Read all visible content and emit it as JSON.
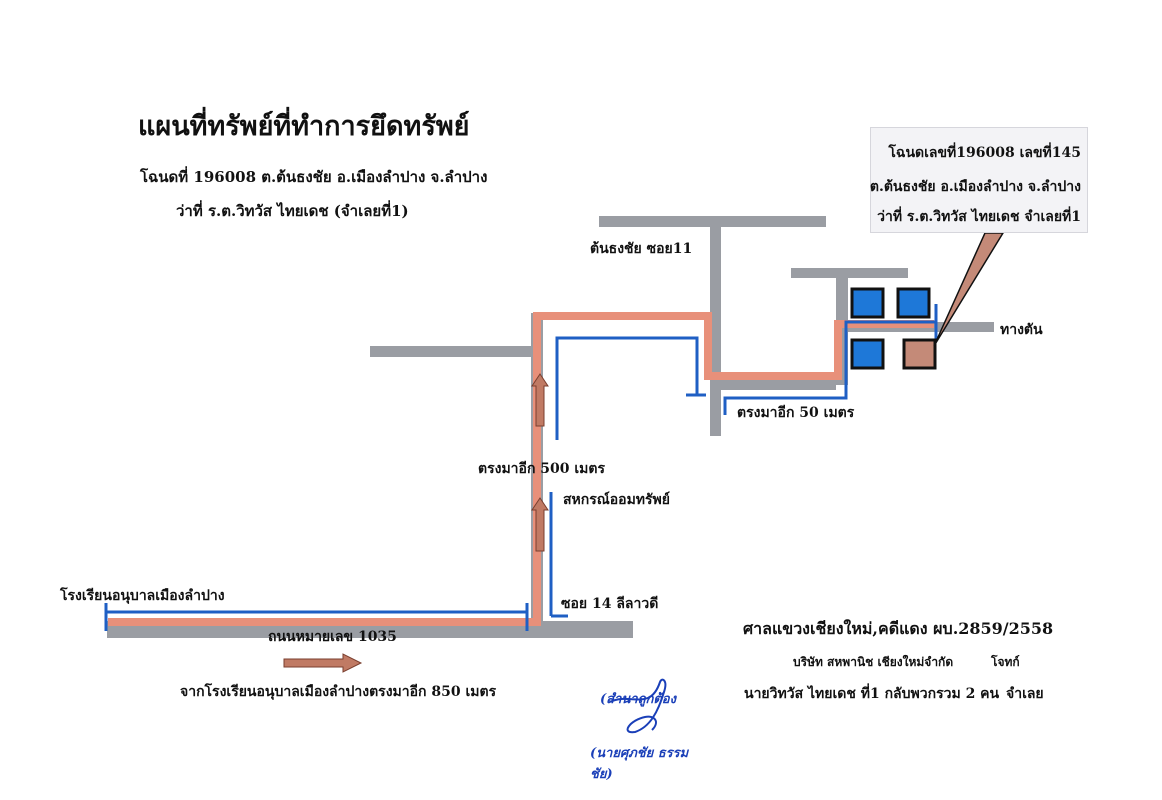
{
  "title": "แผนที่ทรัพย์ที่ทำการยึดทรัพย์",
  "subtitle_line1": "โฉนดที่ 196008 ต.ต้นธงชัย อ.เมืองลำปาง จ.ลำปาง",
  "subtitle_line2": "ว่าที่ ร.ต.วิทวัส ไทยเดช (จำเลยที่1)",
  "info_box": {
    "line1": "โฉนดเลขที่196008 เลขที่145",
    "line2": "ต.ต้นธงชัย อ.เมืองลำปาง จ.ลำปาง",
    "line3": "ว่าที่ ร.ต.วิทวัส ไทยเดช จำเลยที่1"
  },
  "labels": {
    "soi11": "ต้นธงชัย ซอย11",
    "dead_end": "ทางตัน",
    "straight_50": "ตรงมาอีก 50 เมตร",
    "straight_500": "ตรงมาอีก 500 เมตร",
    "cooperative": "สหกรณ์ออมทรัพย์",
    "school": "โรงเรียนอนุบาลเมืองลำปาง",
    "soi14": "ซอย 14 ลีลาวดี",
    "highway": "ถนนหมายเลข 1035",
    "from_school": "จากโรงเรียนอนุบาลเมืองลำปางตรงมาอีก 850 เมตร"
  },
  "case": {
    "court": "ศาลแขวงเชียงใหม่,คดีแดง ผบ.2859/2558",
    "plaintiff": "บริษัท สหพานิช เชียงใหม่จำกัด",
    "plaintiff_role": "โจทก์",
    "defendant": "นายวิทวัส ไทยเดช ที่1 กลับพวกรวม 2 คน",
    "defendant_role": "จำเลย"
  },
  "signature": {
    "position": "(สำนาถูกต้อง",
    "name": "(นายศุภชัย ธรรมชัย)"
  },
  "colors": {
    "road": "#9a9da3",
    "route_orange": "#e8907a",
    "route_blue": "#1f5fc4",
    "arrow_brown": "#c07a64",
    "house_blue": "#1e78d8",
    "house_target": "#c48a78"
  }
}
